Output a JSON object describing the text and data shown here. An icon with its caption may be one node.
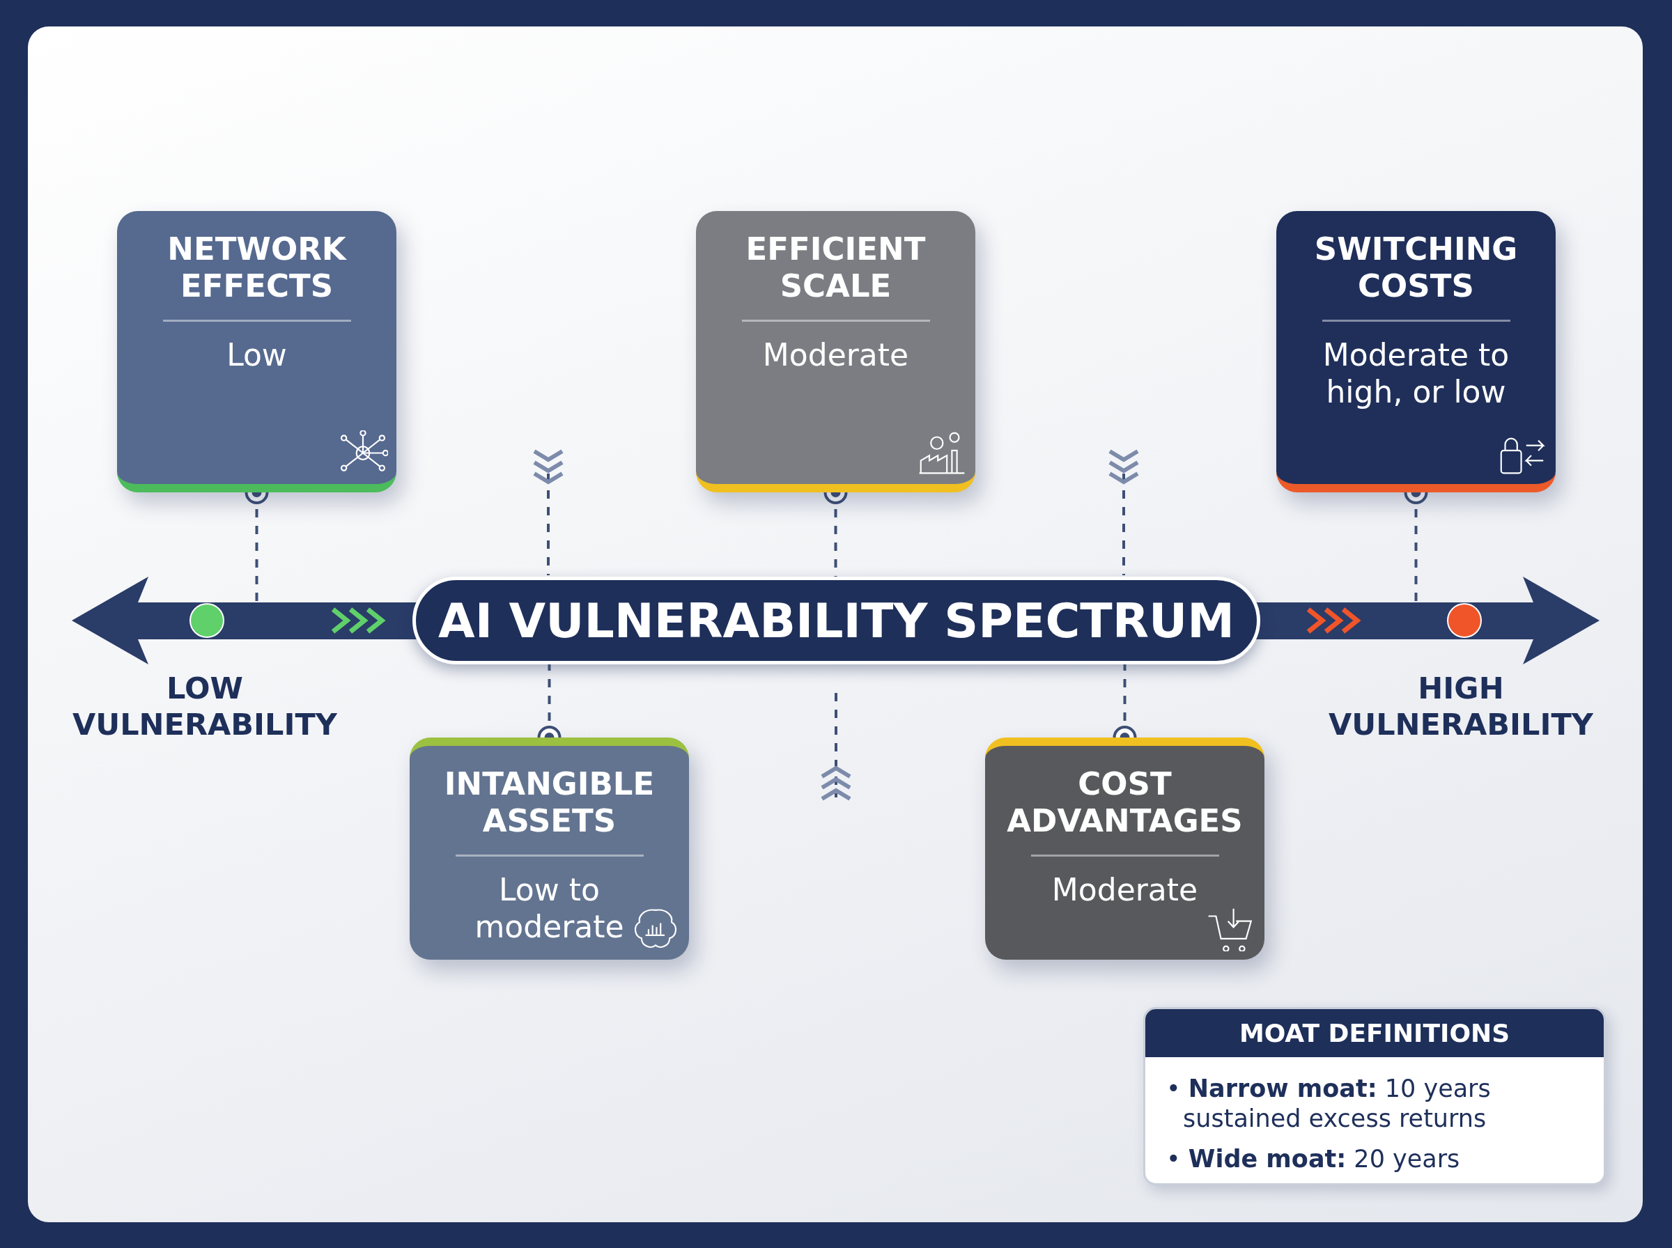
{
  "diagram": {
    "nodes": [
      {
        "text": [
          "NETWORK EFFECTS",
          "Low"
        ]
      },
      {
        "text": [
          "EFFICIENT SCALE",
          "Moderate"
        ]
      },
      {
        "text": [
          "SWITCHING COSTS",
          "Moderate to high, or low"
        ]
      },
      {
        "text": [],
        "shape": "bar"
      },
      {
        "text": [
          "AI VULNERABILITY SPECTRUM"
        ],
        "in": 3
      },
      {
        "text": [
          "INTANGIBLE ASSETS",
          "Low to moderate"
        ]
      },
      {
        "text": [
          "COST ADVANTAGES",
          "Moderate"
        ]
      },
      {
        "text": [
          "MOAT DEFINITIONS",
          "• **Narrow moat:** 10 years sustained excess returns",
          "• **Wide moat:** 20 years"
        ]
      }
    ],
    "edges": [
      {
        "from": 0,
        "to": 3,
        "arrow": "other",
        "style": "dashed"
      },
      {
        "from": 1,
        "to": 4,
        "arrow": "other",
        "style": "dashed"
      },
      {
        "from": 2,
        "to": 3,
        "arrow": "other",
        "style": "dashed"
      },
      {
        "from": 5,
        "to": 4,
        "arrow": "other",
        "style": "dashed"
      },
      {
        "from": 6,
        "to": 4,
        "arrow": "other",
        "style": "dashed"
      }
    ],
    "labels": [
      "LOW VULNERABILITY",
      "HIGH VULNERABILITY"
    ]
  }
}
